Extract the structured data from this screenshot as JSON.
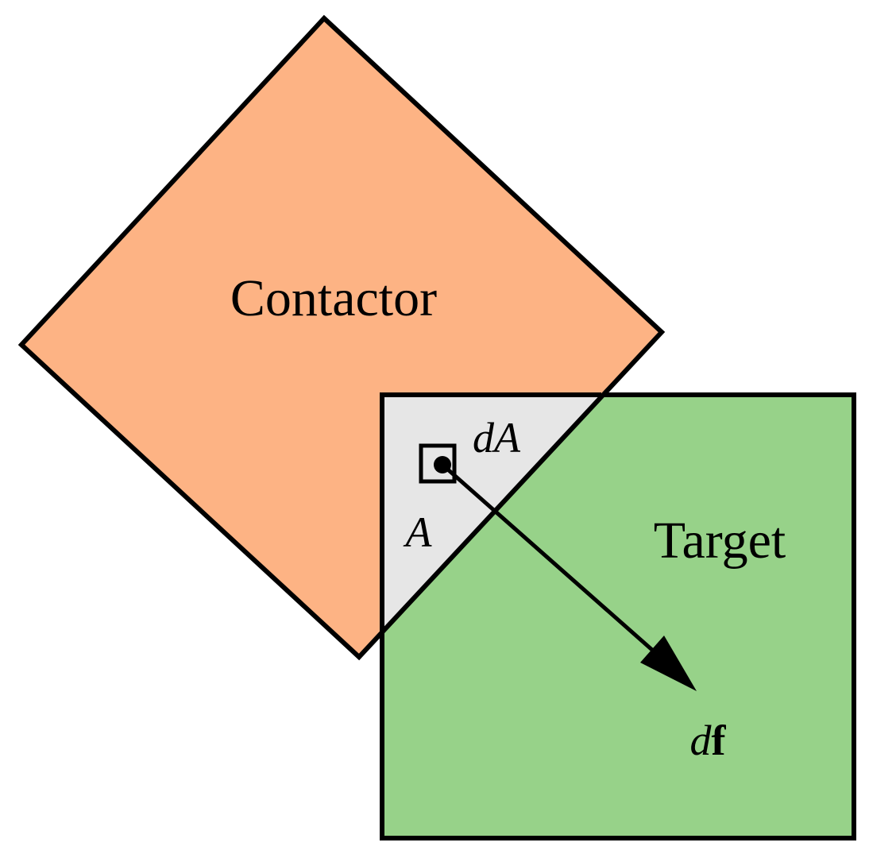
{
  "colors": {
    "contactor_fill": "#FDB384",
    "target_fill": "#97D289",
    "overlap_fill": "#E6E6E6",
    "outline": "#000000",
    "background": "#FFFFFF"
  },
  "labels": {
    "contactor": "Contactor",
    "target": "Target",
    "overlap_area": "A",
    "area_element": "dA",
    "force_d": "d",
    "force_f": "f"
  },
  "icons": {
    "area_element": "small-square-with-dot",
    "force": "arrow"
  }
}
